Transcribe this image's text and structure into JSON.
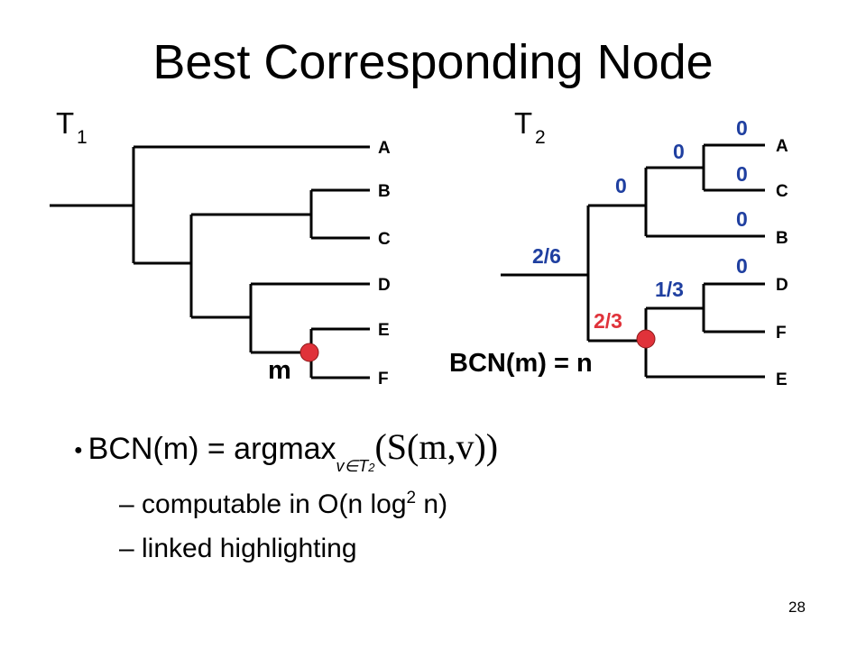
{
  "title": "Best Corresponding Node",
  "tree1": {
    "name": "T",
    "subscript": "1",
    "leaves": [
      "A",
      "B",
      "C",
      "D",
      "E",
      "F"
    ],
    "node_label": "m"
  },
  "tree2": {
    "name": "T",
    "subscript": "2",
    "leaves": [
      "A",
      "C",
      "B",
      "D",
      "F",
      "E"
    ],
    "scores": {
      "root_branch": "2/6",
      "upper_branch": "0",
      "ac_branch": "0",
      "a_leaf": "0",
      "c_leaf": "0",
      "b_leaf": "0",
      "d_leaf": "0",
      "df_branch": "1/3",
      "highlighted_branch": "2/3"
    },
    "bcn_label": "BCN(m) = n"
  },
  "formula": {
    "lhs": "BCN(m) = argmax",
    "subscript": "v∈T",
    "subscript_index": "2",
    "argument": "(S(m,v))"
  },
  "bullets": [
    {
      "prefix": "– computable in O(n log",
      "sup": "2",
      "suffix": " n)"
    },
    {
      "text": "– linked highlighting"
    }
  ],
  "page_number": "28",
  "colors": {
    "highlight_dot": "#e0323a",
    "score_blue": "#1f3fa0",
    "score_red": "#e0323a"
  }
}
